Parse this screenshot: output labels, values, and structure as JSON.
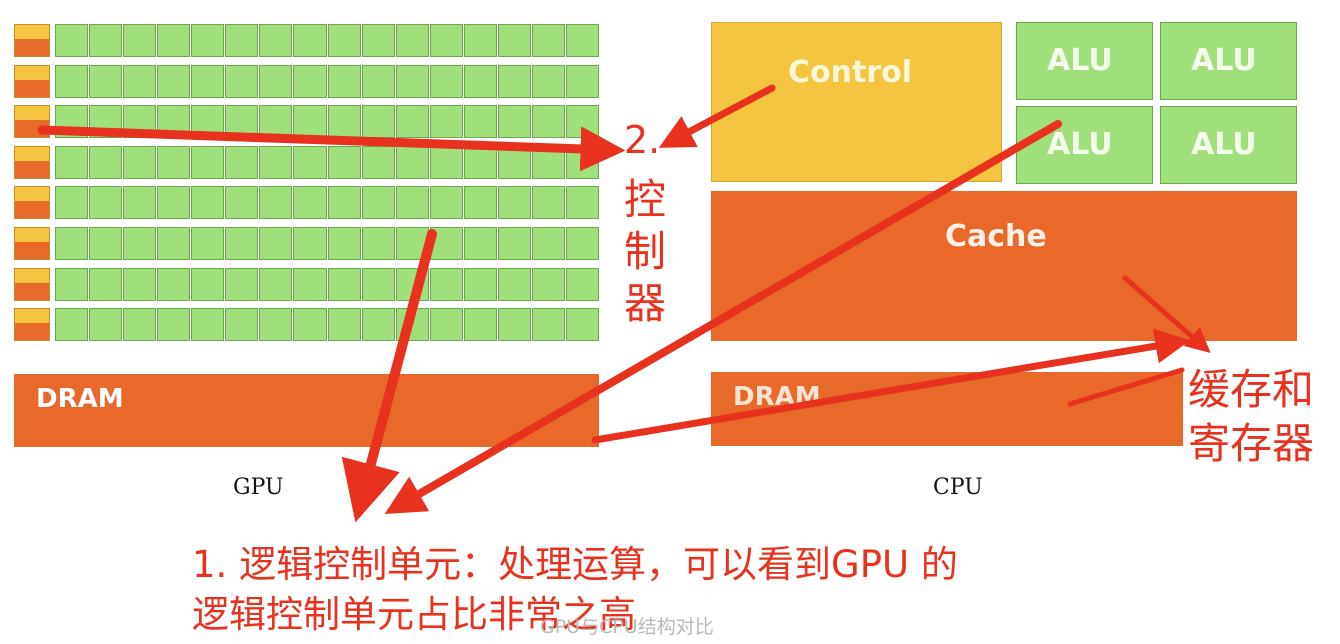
{
  "gpu": {
    "dram_label": "DRAM",
    "caption": "GPU",
    "row_count": 8,
    "cells_per_row": 16
  },
  "cpu": {
    "control_label": "Control",
    "alu_labels": [
      "ALU",
      "ALU",
      "ALU",
      "ALU"
    ],
    "cache_label": "Cache",
    "dram_label": "DRAM",
    "caption": "CPU"
  },
  "annotations": {
    "controller_number": "2.",
    "controller_chars": [
      "控",
      "制",
      "器"
    ],
    "cache_reg_line1": "缓存和",
    "cache_reg_line2": "寄存器",
    "logic_line1": "1. 逻辑控制单元：处理运算，可以看到GPU 的",
    "logic_line2": "逻辑控制单元占比非常之高"
  },
  "watermark": "GPU与CPU结构对比",
  "colors": {
    "alu_green": "#9fe07a",
    "control_yellow": "#f5c542",
    "cache_orange": "#e8692a",
    "annotation_red": "#e8321e"
  }
}
